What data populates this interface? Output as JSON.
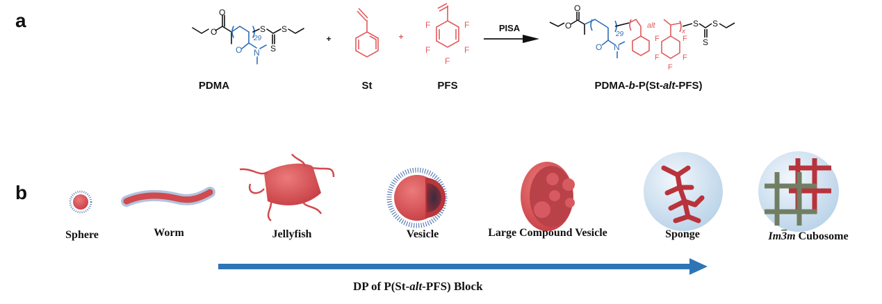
{
  "panels": {
    "a": {
      "label": "a"
    },
    "b": {
      "label": "b"
    }
  },
  "scheme": {
    "reactants": [
      {
        "name": "PDMA",
        "dp_subscript": "29"
      },
      {
        "name": "St"
      },
      {
        "name": "PFS"
      }
    ],
    "plus": "+",
    "arrow_label": "PISA",
    "product": {
      "name_parts": [
        "PDMA-",
        "b",
        "-P(St-",
        "alt",
        "-PFS)"
      ],
      "dp_subscript": "29",
      "alt_label": "alt",
      "x_subscript": "x"
    },
    "atoms": {
      "O": "O",
      "N": "N",
      "S": "S",
      "F": "F"
    }
  },
  "morphologies": [
    {
      "name": "Sphere"
    },
    {
      "name": "Worm"
    },
    {
      "name": "Jellyfish"
    },
    {
      "name": "Vesicle"
    },
    {
      "name": "Large Compound Vesicle"
    },
    {
      "name": "Sponge"
    },
    {
      "name_italic": "Im3m",
      "name_rest": " Cubosome"
    }
  ],
  "axis": {
    "label_parts": [
      "DP of P(St-",
      "alt",
      "-PFS) Block"
    ]
  },
  "colors": {
    "pdma_blue": "#2f6db5",
    "polymer_red": "#e05a5a",
    "core_red": "#d24b4b",
    "arrow_blue": "#2e75b6",
    "cubosome_green": "#6f7f62",
    "shell_blue": "#cfe0ef"
  }
}
